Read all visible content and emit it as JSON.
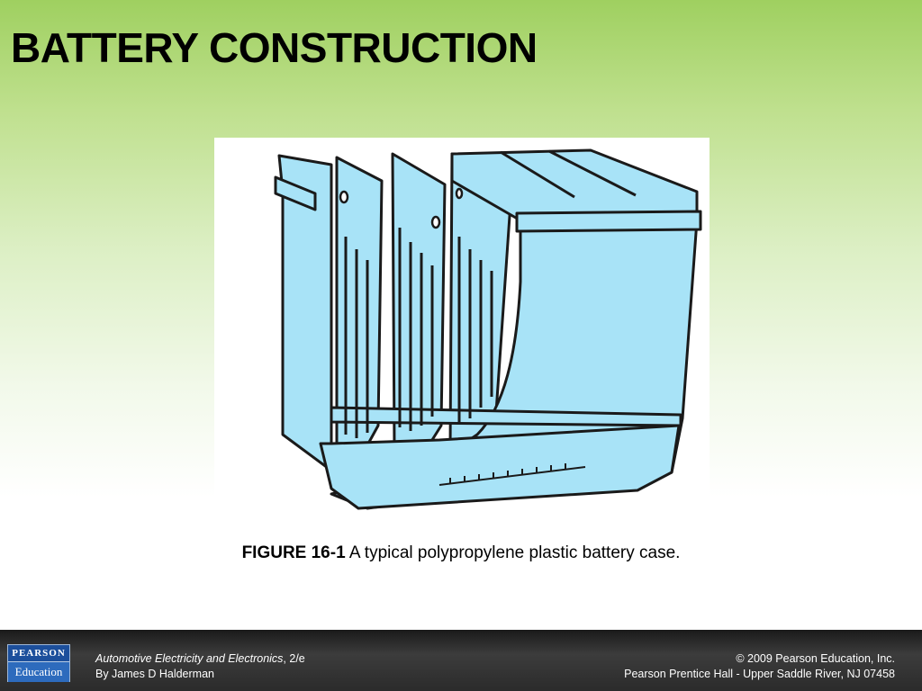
{
  "slide": {
    "title": "BATTERY CONSTRUCTION"
  },
  "figure": {
    "label": "FIGURE 16-1",
    "caption": " A typical polypropylene plastic battery case.",
    "fill_color": "#a8e3f7",
    "line_color": "#1a1a1a"
  },
  "footer": {
    "logo_top": "PEARSON",
    "logo_bottom": "Education",
    "book_title": "Automotive Electricity and Electronics",
    "edition": ", 2/e",
    "author": "By James D Halderman",
    "copyright": "© 2009 Pearson Education, Inc.",
    "publisher": "Pearson Prentice Hall - Upper Saddle River, NJ 07458"
  }
}
